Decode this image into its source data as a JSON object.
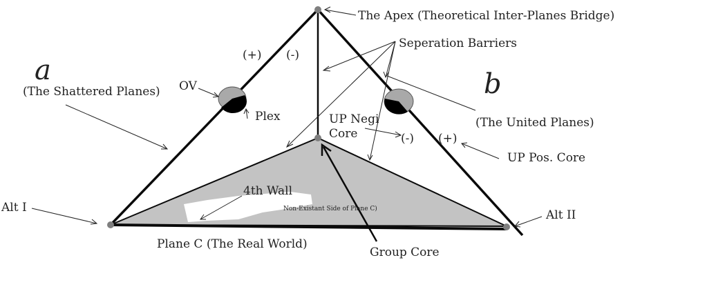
{
  "labels": {
    "apex": "The Apex (Theoretical Inter-Planes Bridge)",
    "separation": "Seperation Barriers",
    "plus_left": "(+)",
    "minus_left": "(-)",
    "letter_a": "a",
    "letter_b": "b",
    "shattered": "(The Shattered Planes)",
    "ov": "OV",
    "plex": "Plex",
    "up_negi_1": "UP Negi",
    "up_negi_2": "Core",
    "minus_right": "(-)",
    "plus_right": "(+)",
    "united": "(The United Planes)",
    "up_pos": "UP Pos. Core",
    "fourth_wall": "4th  Wall",
    "non_existant": "Non-Existant Side of Plane C)",
    "alt_1": "Alt I",
    "alt_2": "Alt II",
    "plane_c": "Plane C (The Real World)",
    "group_core": "Group Core"
  },
  "colors": {
    "line": "#0a0a0a",
    "fill": "#c3c3c3",
    "node": "#7f7f7f",
    "ellipse": "#a9a9a9",
    "dark": "#000000"
  }
}
